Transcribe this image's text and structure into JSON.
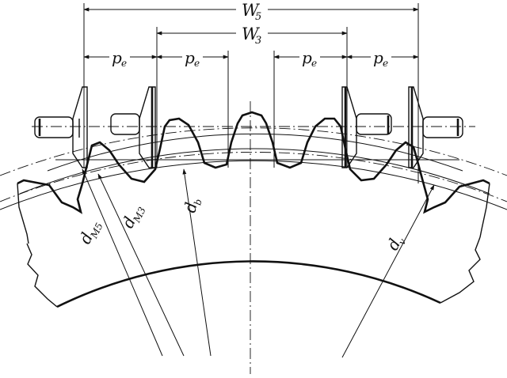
{
  "labels": {
    "w5": "W",
    "w5_sub": "5",
    "w3": "W",
    "w3_sub": "3",
    "pe": "p",
    "pe_sub": "e",
    "db": "d",
    "db_sub": "b",
    "dm3": "d",
    "dm3_sub": "M3",
    "dm5": "d",
    "dm5_sub": "M5",
    "dv": "d",
    "dv_sub": "v"
  }
}
